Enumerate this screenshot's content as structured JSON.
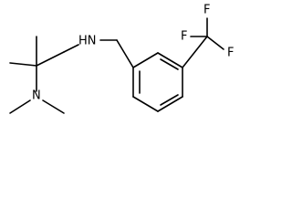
{
  "molecule": {
    "atoms": {
      "amine_nh": "HN",
      "amine_n": "N",
      "fluorine_1": "F",
      "fluorine_2": "F",
      "fluorine_3": "F"
    },
    "colors": {
      "bond": "#000000",
      "label": "#000000",
      "background": "#ffffff"
    }
  }
}
